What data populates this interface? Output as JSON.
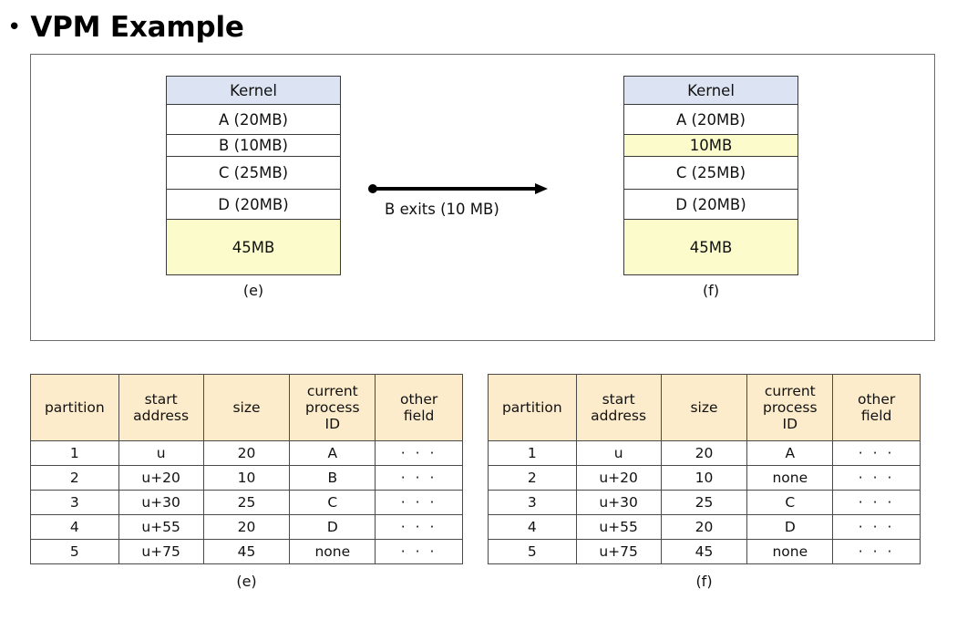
{
  "slide": {
    "bullet": "•",
    "title": "VPM Example"
  },
  "colors": {
    "kernel_block": "#dce3f2",
    "free_block": "#fbfbcb",
    "table_header": "#fdeccb",
    "border": "#3a3a3a"
  },
  "diagram": {
    "left": {
      "caption": "(e)",
      "blocks": [
        {
          "label": "Kernel",
          "kind": "kernel",
          "height": 31
        },
        {
          "label": "A (20MB)",
          "kind": "used",
          "height": 33
        },
        {
          "label": "B (10MB)",
          "kind": "used",
          "height": 24
        },
        {
          "label": "C (25MB)",
          "kind": "used",
          "height": 36
        },
        {
          "label": "D (20MB)",
          "kind": "used",
          "height": 33
        },
        {
          "label": "45MB",
          "kind": "free",
          "height": 60
        }
      ]
    },
    "right": {
      "caption": "(f)",
      "blocks": [
        {
          "label": "Kernel",
          "kind": "kernel",
          "height": 31
        },
        {
          "label": "A (20MB)",
          "kind": "used",
          "height": 33
        },
        {
          "label": "10MB",
          "kind": "free",
          "height": 24
        },
        {
          "label": "C (25MB)",
          "kind": "used",
          "height": 36
        },
        {
          "label": "D (20MB)",
          "kind": "used",
          "height": 33
        },
        {
          "label": "45MB",
          "kind": "free",
          "height": 60
        }
      ]
    },
    "arrow": {
      "label": "B exits (10 MB)"
    }
  },
  "tables": {
    "headers": [
      "partition",
      "start\naddress",
      "size",
      "current\nprocess\nID",
      "other\nfield"
    ],
    "left": {
      "caption": "(e)",
      "rows": [
        [
          "1",
          "u",
          "20",
          "A",
          "· · ·"
        ],
        [
          "2",
          "u+20",
          "10",
          "B",
          "· · ·"
        ],
        [
          "3",
          "u+30",
          "25",
          "C",
          "· · ·"
        ],
        [
          "4",
          "u+55",
          "20",
          "D",
          "· · ·"
        ],
        [
          "5",
          "u+75",
          "45",
          "none",
          "· · ·"
        ]
      ]
    },
    "right": {
      "caption": "(f)",
      "rows": [
        [
          "1",
          "u",
          "20",
          "A",
          "· · ·"
        ],
        [
          "2",
          "u+20",
          "10",
          "none",
          "· · ·"
        ],
        [
          "3",
          "u+30",
          "25",
          "C",
          "· · ·"
        ],
        [
          "4",
          "u+55",
          "20",
          "D",
          "· · ·"
        ],
        [
          "5",
          "u+75",
          "45",
          "none",
          "· · ·"
        ]
      ]
    }
  }
}
